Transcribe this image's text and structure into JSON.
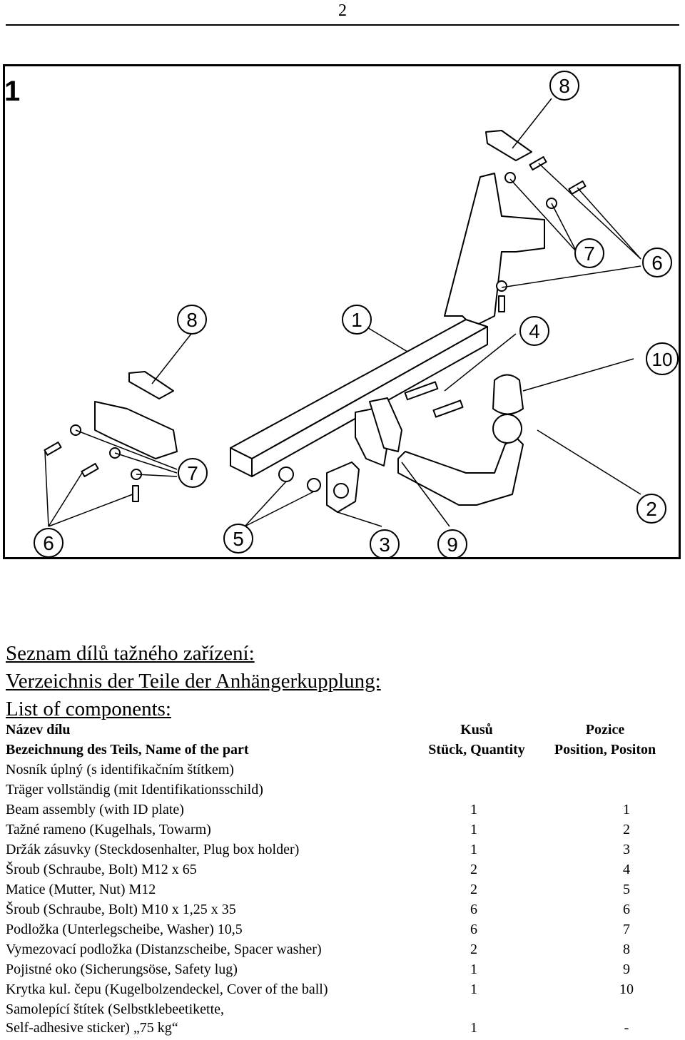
{
  "page_number": "2",
  "figure": {
    "number": "1",
    "callouts": [
      "8",
      "6",
      "7",
      "8",
      "1",
      "4",
      "10",
      "7",
      "6",
      "5",
      "3",
      "9",
      "2"
    ]
  },
  "headings": {
    "cz": "Seznam dílů tažného zařízení:",
    "de": "Verzeichnis der Teile der Anhängerkupplung:",
    "en": "List of components:"
  },
  "table": {
    "header1": {
      "name": "Název dílu",
      "qty": "Kusů",
      "pos": "Pozice"
    },
    "header2": {
      "name": "Bezeichnung des Teils, Name of the part",
      "qty": "Stück, Quantity",
      "pos": "Position, Positon"
    },
    "rows": [
      {
        "name": "Nosník úplný (s identifikačním štítkem)",
        "qty": "",
        "pos": ""
      },
      {
        "name": "Träger vollständig (mit Identifikationsschild)",
        "qty": "",
        "pos": ""
      },
      {
        "name": "Beam assembly (with ID plate)",
        "qty": "1",
        "pos": "1"
      },
      {
        "name": "Tažné rameno (Kugelhals, Towarm)",
        "qty": "1",
        "pos": "2"
      },
      {
        "name": "Držák zásuvky (Steckdosenhalter, Plug box holder)",
        "qty": "1",
        "pos": "3"
      },
      {
        "name": "Šroub (Schraube, Bolt) M12 x 65",
        "qty": "2",
        "pos": "4"
      },
      {
        "name": "Matice (Mutter, Nut) M12",
        "qty": "2",
        "pos": "5"
      },
      {
        "name": "Šroub (Schraube, Bolt) M10 x 1,25 x 35",
        "qty": "6",
        "pos": "6"
      },
      {
        "name": "Podložka (Unterlegscheibe, Washer) 10,5",
        "qty": "6",
        "pos": "7"
      },
      {
        "name": "Vymezovací podložka (Distanzscheibe, Spacer washer)",
        "qty": "2",
        "pos": "8"
      },
      {
        "name": "Pojistné oko (Sicherungsöse, Safety lug)",
        "qty": "1",
        "pos": "9"
      },
      {
        "name": "Krytka kul. čepu (Kugelbolzendeckel, Cover of the ball)",
        "qty": "1",
        "pos": "10"
      },
      {
        "name": "Samolepící štítek (Selbstklebeetikette,",
        "qty": "",
        "pos": ""
      },
      {
        "name": "Self-adhesive sticker) „75 kg“",
        "qty": "1",
        "pos": "-"
      }
    ]
  }
}
